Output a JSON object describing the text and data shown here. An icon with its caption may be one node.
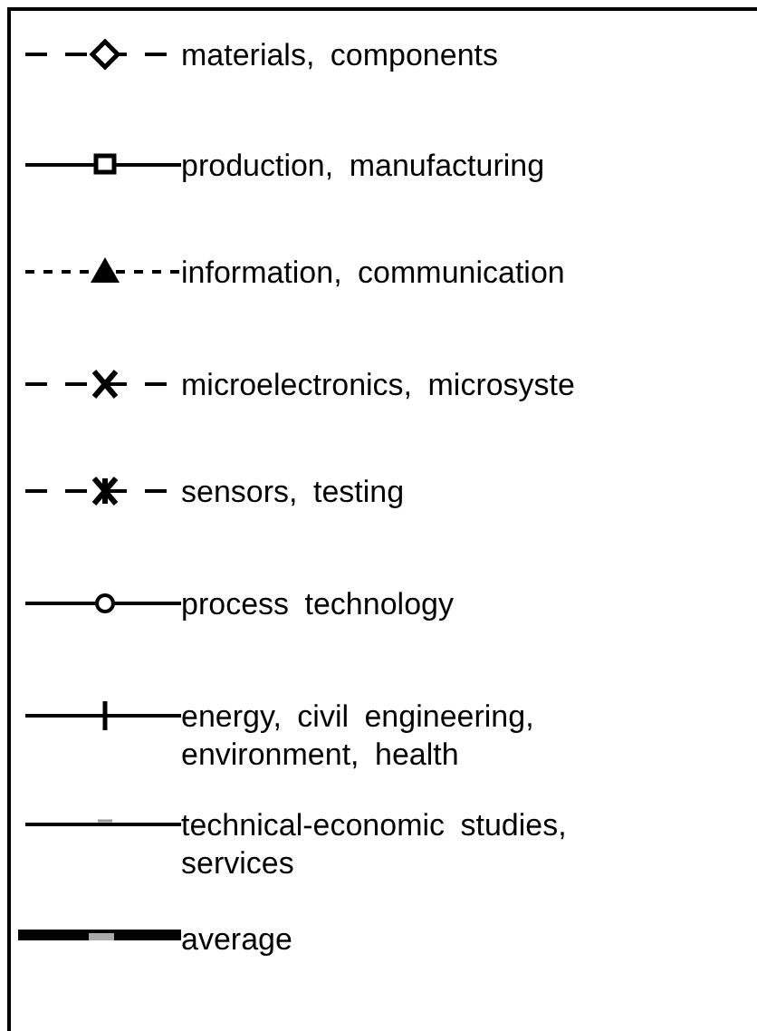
{
  "diagram": {
    "legend": [
      {
        "text": "materials, components"
      },
      {
        "text": "production, manufacturing"
      },
      {
        "text": "information, communication"
      },
      {
        "text": "microelectronics, microsyste"
      },
      {
        "text": "sensors, testing"
      },
      {
        "text": "process technology"
      },
      {
        "text": "energy, civil engineering, environment, health"
      },
      {
        "text": "technical-economic studies, services"
      },
      {
        "text": "average"
      }
    ]
  }
}
